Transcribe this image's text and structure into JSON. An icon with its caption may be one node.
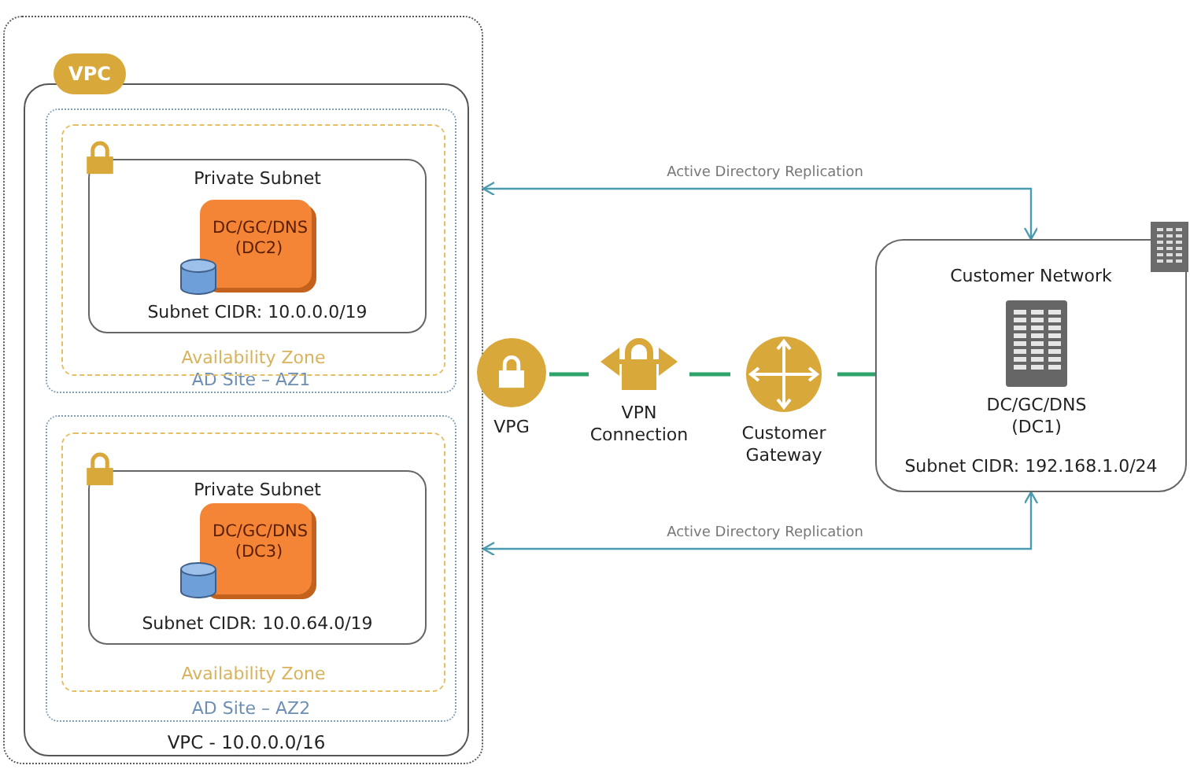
{
  "diagram": {
    "nodes": [
      {
        "text": [],
        "shape": "box"
      },
      {
        "text": [
          "VPC",
          "VPC - 10.0.0.0/16"
        ],
        "in": 0
      },
      {
        "text": [
          "AD Site – AZ1"
        ],
        "in": 1
      },
      {
        "text": [
          "Availability Zone"
        ],
        "in": 2
      },
      {
        "text": [
          "Private Subnet",
          "Subnet CIDR: 10.0.0.0/19"
        ],
        "in": 3
      },
      {
        "text": [
          "DC/GC/DNS (DC2)"
        ],
        "in": 4
      },
      {
        "text": [
          "AD Site – AZ2"
        ],
        "in": 1
      },
      {
        "text": [
          "Availability Zone"
        ],
        "in": 6
      },
      {
        "text": [
          "Private Subnet",
          "Subnet CIDR: 10.0.64.0/19"
        ],
        "in": 7
      },
      {
        "text": [
          "DC/GC/DNS (DC3)"
        ],
        "in": 8
      },
      {
        "text": [
          "VPG"
        ]
      },
      {
        "text": [
          "VPN Connection"
        ]
      },
      {
        "text": [
          "Customer Gateway"
        ]
      },
      {
        "text": [
          "Customer Network",
          "Subnet CIDR: 192.168.1.0/24"
        ]
      },
      {
        "text": [
          "DC/GC/DNS (DC1)"
        ],
        "in": 13
      }
    ],
    "edges": [
      {
        "from": 10,
        "to": 11,
        "arrow": "none"
      },
      {
        "from": 11,
        "to": 12,
        "arrow": "none"
      },
      {
        "from": 12,
        "to": 13,
        "arrow": "none"
      },
      {
        "from": 13,
        "to": 0,
        "arrow": "both",
        "label": "Active Directory Replication",
        "color": "#4a9ab0"
      },
      {
        "from": 13,
        "to": 0,
        "arrow": "both",
        "label": "Active Directory Replication",
        "color": "#4a9ab0"
      }
    ]
  }
}
